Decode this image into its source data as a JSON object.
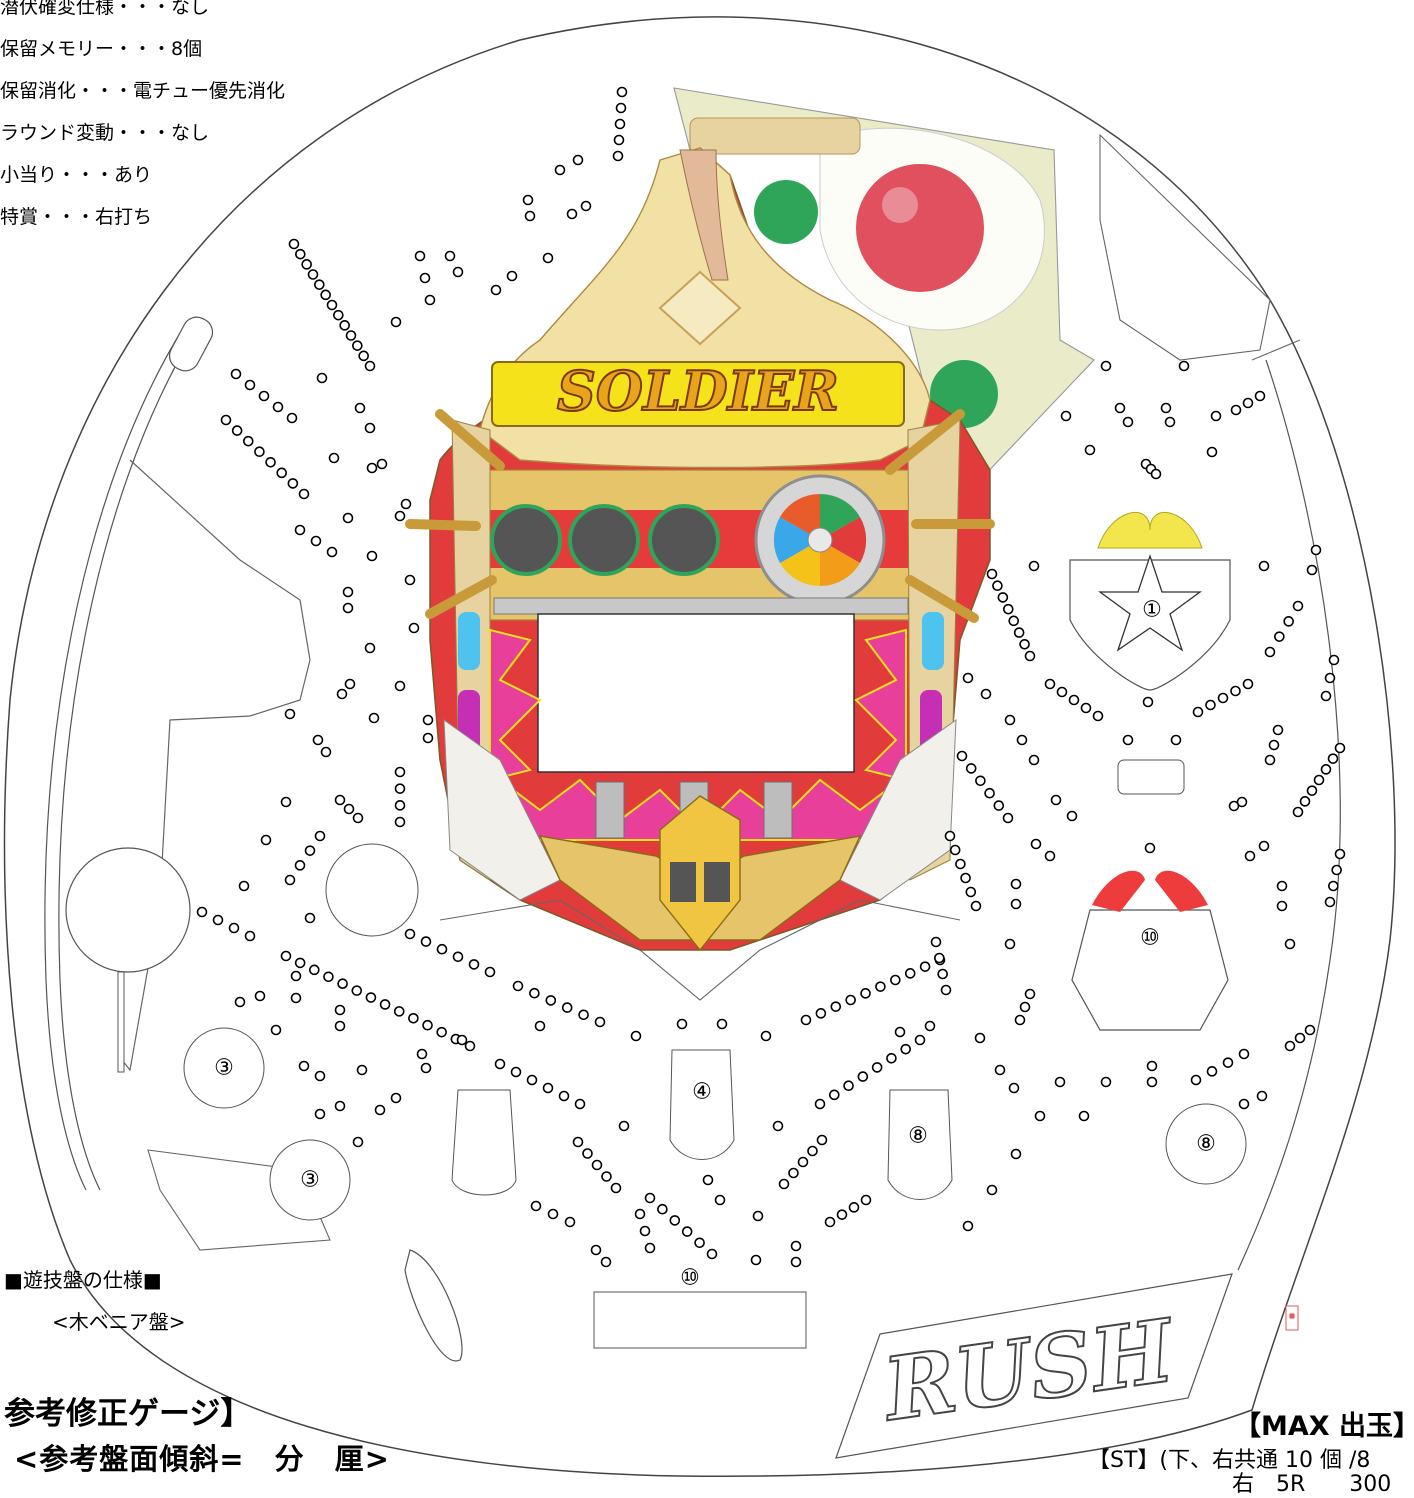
{
  "specs": [
    "潜伏確変仕様・・・なし",
    "保留メモリー・・・8個",
    "保留消化・・・電チュー優先消化",
    "ラウンド変動・・・なし",
    "小当り・・・あり",
    "特賞・・・右打ち"
  ],
  "board_spec": {
    "title": "■遊技盤の仕様■",
    "type": "<木ベニア盤>"
  },
  "gauge": {
    "title": "参考修正ゲージ】",
    "tilt": "<参考盤面傾斜=　分　厘>"
  },
  "max_payout": {
    "title": "【MAX 出玉】",
    "st_line": "【ST】(下、右共通 10 個 /8",
    "st_line2": "右　5R　　300"
  },
  "logos": {
    "center": "SOLDIER",
    "bottom": "RUSH"
  },
  "pockets": {
    "star": "①",
    "right_upper": "⑩",
    "left_upper": "③",
    "left_lower": "③",
    "center": "④",
    "right_center": "⑧",
    "right_lower": "⑧",
    "bottom": "⑩"
  },
  "colors": {
    "frame_red": "#e23b3b",
    "frame_gold": "#e6c46a",
    "logo_yellow": "#f5e21a",
    "pink_ball": "#e0505f",
    "green_ball": "#2fa55a",
    "star_yellow": "#f3e64c",
    "attacker_red": "#ee3b3b",
    "zigzag_pink": "#e8409a"
  }
}
